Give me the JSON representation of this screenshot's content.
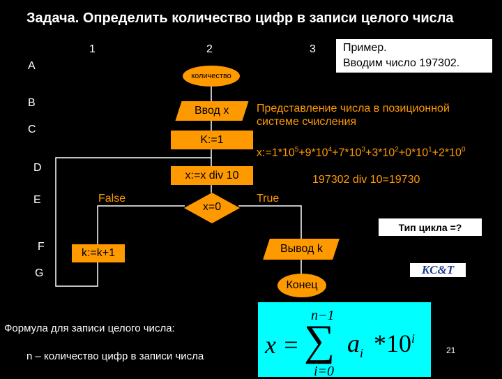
{
  "slide": {
    "title": "Задача. Определить количество цифр в записи целого числа",
    "columns": [
      "1",
      "2",
      "3"
    ],
    "rows": [
      "A",
      "B",
      "C",
      "D",
      "E",
      "F",
      "G"
    ],
    "page_number": "21"
  },
  "example": {
    "line1": "Пример.",
    "line2": "Вводим число 197302."
  },
  "flowchart": {
    "start": "количество",
    "input": "Ввод x",
    "init": "K:=1",
    "divide": "x:=x  div 10",
    "condition": "x=0",
    "false_label": "False",
    "true_label": "True",
    "increment": "k:=k+1",
    "output": "Вывод k",
    "end": "Конец"
  },
  "notes": {
    "representation": "Представление числа в позиционной системе счисления",
    "expansion_prefix": "x:=",
    "expansion_terms": [
      {
        "coef": "1",
        "exp": "5"
      },
      {
        "coef": "9",
        "exp": "4"
      },
      {
        "coef": "7",
        "exp": "3"
      },
      {
        "coef": "3",
        "exp": "2"
      },
      {
        "coef": "0",
        "exp": "1"
      },
      {
        "coef": "2",
        "exp": "0"
      }
    ],
    "div_example": "197302 div 10=19730",
    "loop_question": "Тип цикла =?"
  },
  "formula": {
    "caption": "Формула для записи целого числа:",
    "n_definition": "n – количество цифр в записи числа",
    "upper_limit": "n−1",
    "lower_limit": "i=0",
    "lhs": "x =",
    "sigma": "∑",
    "term": "a",
    "term_sub": "i",
    "times": "*10",
    "power": "i"
  },
  "logo": {
    "text": "KC&T"
  },
  "colors": {
    "background": "#000000",
    "shape_fill": "#ff9900",
    "accent_text": "#ff9900",
    "formula_bg": "#00ffff"
  }
}
